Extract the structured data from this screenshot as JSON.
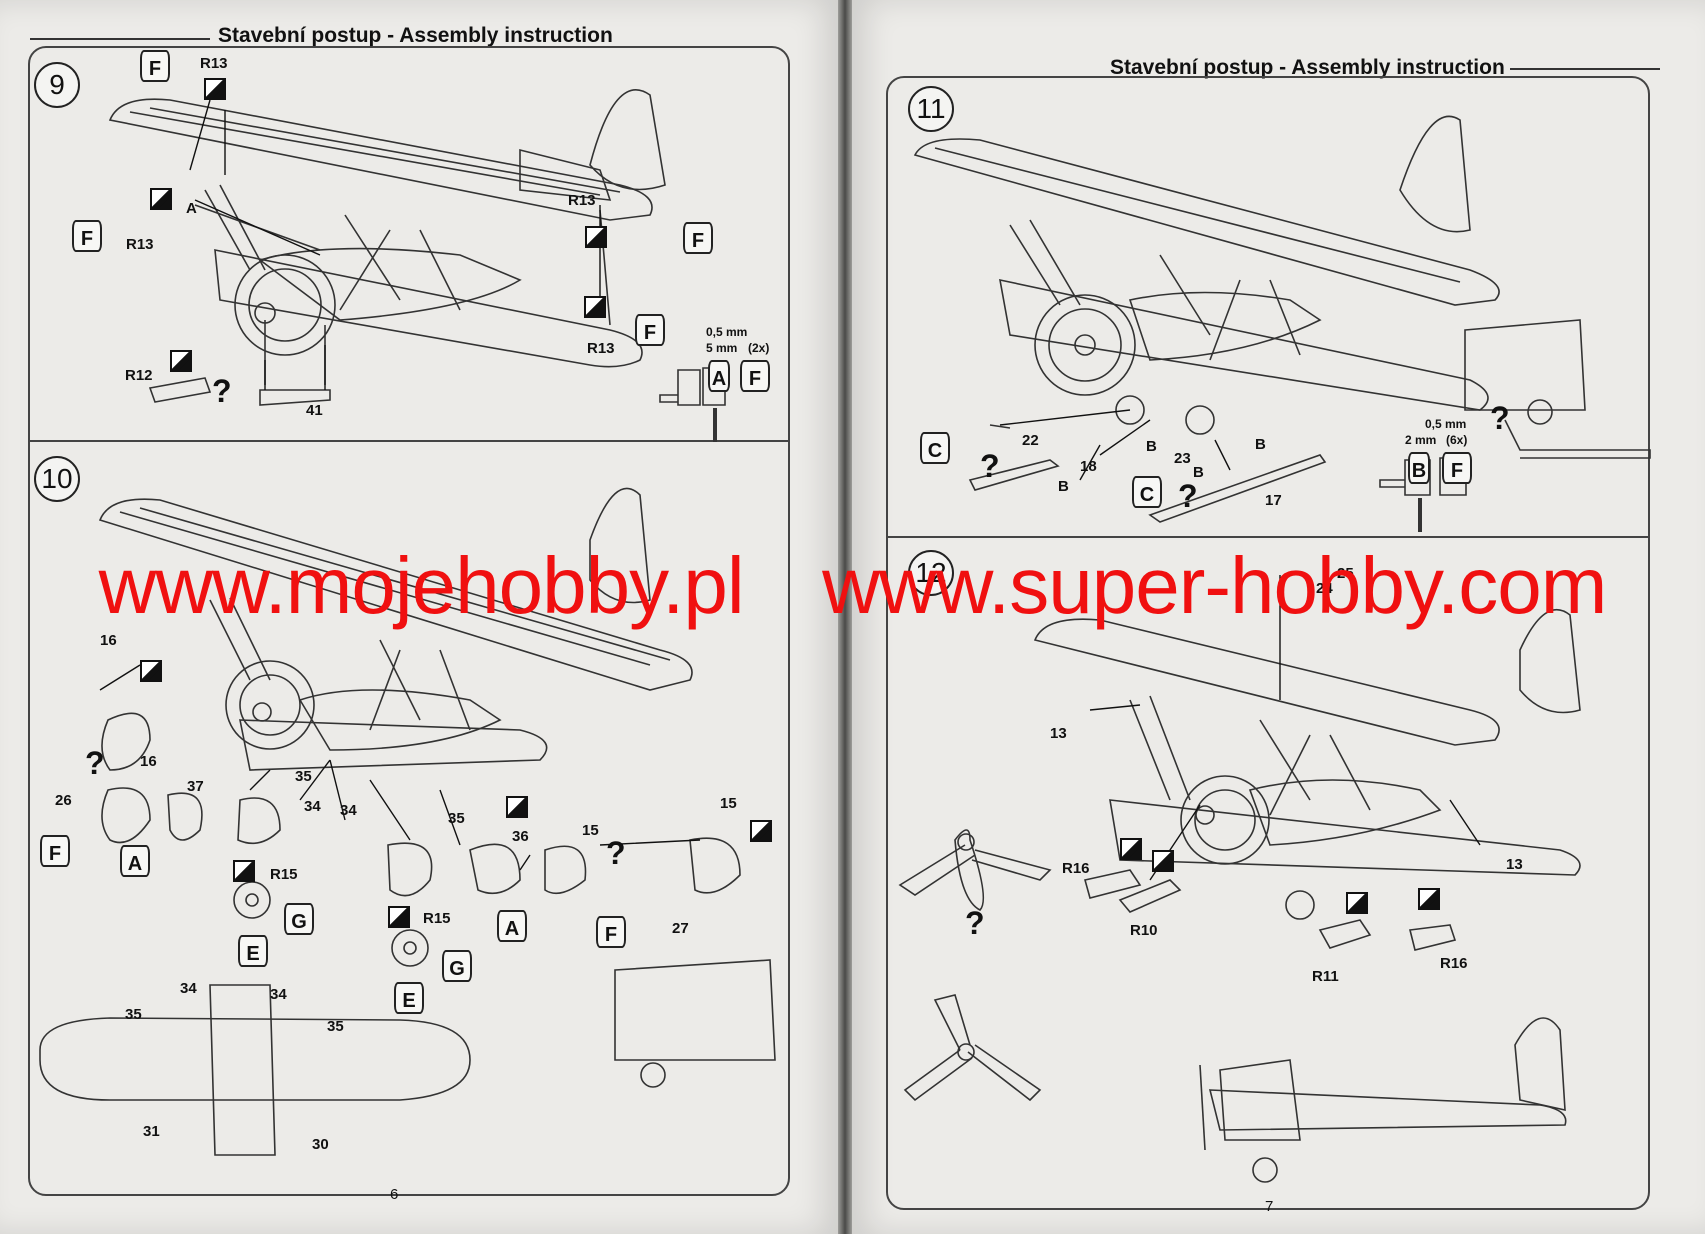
{
  "header": {
    "left": "Stavební postup - Assembly instruction",
    "right": "Stavební postup - Assembly instruction"
  },
  "steps": {
    "s9": "9",
    "s10": "10",
    "s11": "11",
    "s12": "12"
  },
  "pages": {
    "left": "6",
    "right": "7"
  },
  "watermark": {
    "left": "www.mojehobby.pl",
    "right": "www.super-hobby.com"
  },
  "paint": {
    "F": "F",
    "A": "A",
    "G": "G",
    "E": "E",
    "C": "C",
    "B": "B"
  },
  "step9": {
    "decals": [
      "R13",
      "R13",
      "R13",
      "R13",
      "R12"
    ],
    "part": "41",
    "pointer": "A",
    "tool": {
      "dia": "0,5 mm",
      "len": "5 mm",
      "qty": "(2x)"
    }
  },
  "step10": {
    "parts": [
      "16",
      "16",
      "37",
      "35",
      "34",
      "34",
      "35",
      "36",
      "15",
      "26",
      "27",
      "34",
      "34",
      "35",
      "35",
      "31",
      "30"
    ],
    "decals": [
      "R15",
      "R15"
    ]
  },
  "step11": {
    "parts": [
      "22",
      "18",
      "23",
      "17"
    ],
    "pointers": [
      "B",
      "B",
      "B",
      "B"
    ],
    "tool": {
      "dia": "0,5 mm",
      "len": "2 mm",
      "qty": "(6x)"
    }
  },
  "step12": {
    "parts": [
      "13",
      "13",
      "24",
      "25"
    ],
    "decals": [
      "R16",
      "R10",
      "R11",
      "R16"
    ]
  },
  "misc": {
    "question": "?"
  },
  "colors": {
    "watermark": "#f01010",
    "line": "#222222",
    "paper": "#ecebe8"
  }
}
